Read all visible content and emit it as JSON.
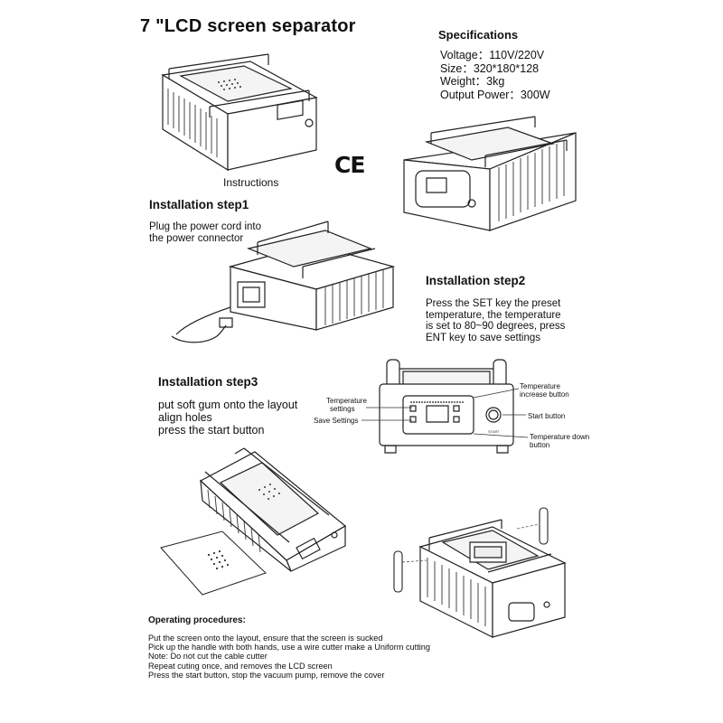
{
  "title": "7 \"LCD screen separator",
  "specifications": {
    "heading": "Specifications",
    "items": [
      "Voltage：110V/220V",
      "Size：320*180*128",
      "Weight：3kg",
      "Output Power：300W"
    ]
  },
  "ce_mark": "CE",
  "instructions_label": "Instructions",
  "step1": {
    "title": "Installation step1",
    "lines": [
      "Plug the power cord into",
      "the power connector"
    ]
  },
  "step2": {
    "title": "Installation step2",
    "lines": [
      "Press the SET key the preset",
      " temperature, the temperature",
      "is set to 80~90 degrees, press",
      "ENT key to save settings"
    ]
  },
  "step3": {
    "title": "Installation step3",
    "lines": [
      "put soft gum onto the layout",
      " align holes",
      "press the start button"
    ]
  },
  "panel_labels": {
    "temperature_settings": [
      "Temperature",
      "settings"
    ],
    "save_settings": "Save Settings",
    "temperature_increase": [
      "Temperature",
      "increase button"
    ],
    "start_button": "Start button",
    "temperature_down": [
      "Temperature down",
      "button"
    ]
  },
  "operating": {
    "title": "Operating procedures:",
    "lines": [
      "Put the screen onto the layout, ensure that the screen is sucked",
      "Pick up the handle with both hands, use a wire cutter make a Uniform cutting",
      "Note: Do not cut the cable cutter",
      "Repeat cuting once, and removes the LCD screen",
      "Press the start button, stop the vacuum pump, remove the cover"
    ]
  },
  "icons": [
    "device-illustration-icon",
    "ce-mark-icon",
    "power-cord-icon",
    "control-panel-icon",
    "silicone-pad-icon",
    "support-pillar-icon"
  ]
}
